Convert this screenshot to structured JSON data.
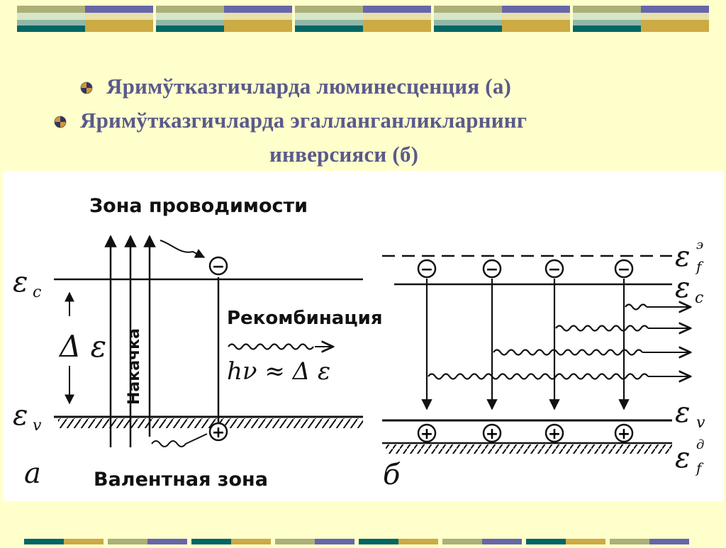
{
  "bullets": [
    "Яримўтказгичларда люминесценция (а)",
    "Яримўтказгичларда эгалланганликларнинг",
    "инверсияси (б)"
  ],
  "figure": {
    "panel_a": {
      "conduction_band": "Зона проводимости",
      "valence_band": "Валентная зона",
      "pumping": "Накачка",
      "recombination": "Рекомбинация",
      "photon_energy": "hν ≈ Δ ε",
      "band_gap": "Δ ε",
      "level_c": "ε",
      "level_c_sub": "c",
      "level_v": "ε",
      "level_v_sub": "v",
      "panel_label": "а"
    },
    "panel_b": {
      "level_fe": "ε",
      "level_fe_sub": "f",
      "level_fe_sup": "э",
      "level_c": "ε",
      "level_c_sub": "c",
      "level_v": "ε",
      "level_v_sub": "v",
      "level_fd": "ε",
      "level_fd_sub": "f",
      "level_fd_sup": "д",
      "panel_label": "б"
    },
    "electron_sign": "−",
    "hole_sign": "+"
  },
  "colors": {
    "background": "#FFFFCC",
    "title_text": "#5A5A8A",
    "band_teal": "#006666",
    "band_gold": "#CCAA44",
    "band_purple": "#6666AA",
    "band_olive": "#AAB077",
    "band_light": "#D6E6C8"
  }
}
